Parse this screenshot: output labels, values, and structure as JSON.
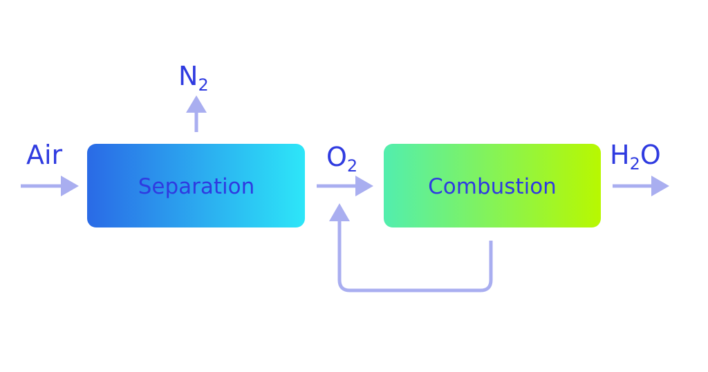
{
  "colors": {
    "text": "#2f3be0",
    "arrow": "#a9aef0",
    "separation_gradient": [
      "#2a6ae6",
      "#2de6f8"
    ],
    "combustion_gradient": [
      "#52eeae",
      "#b8f800"
    ]
  },
  "nodes": {
    "separation": "Separation",
    "combustion": "Combustion"
  },
  "streams": {
    "air": "Air",
    "n2": {
      "base": "N",
      "sub": "2"
    },
    "o2": {
      "base": "O",
      "sub": "2"
    },
    "h2o": {
      "base": "H",
      "sub": "2",
      "tail": "O"
    }
  }
}
